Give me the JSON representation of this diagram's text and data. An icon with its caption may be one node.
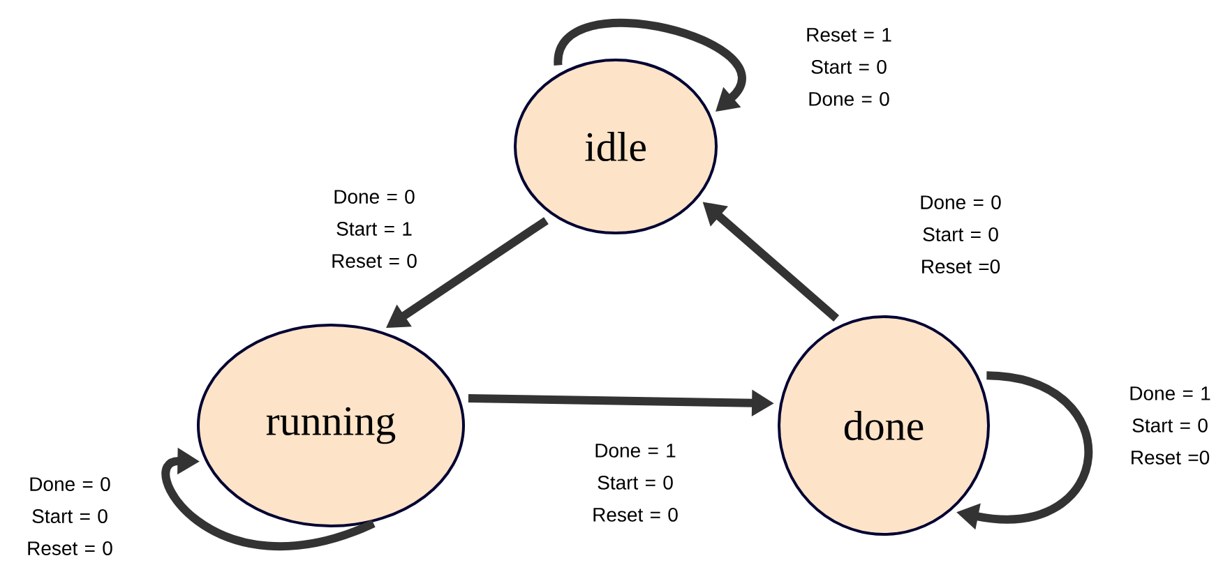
{
  "diagram": {
    "nodes": [
      {
        "text": [
          "idle"
        ]
      },
      {
        "text": [
          "running"
        ]
      },
      {
        "text": [
          "done"
        ]
      }
    ],
    "edges": [
      {
        "from": 0,
        "to": 0,
        "arrow": "to",
        "label": "Reset = 1 Start = 0 Done = 0"
      },
      {
        "from": 0,
        "to": 1,
        "arrow": "to",
        "label": "Done = 0 Start = 1 Reset = 0"
      },
      {
        "from": 1,
        "to": 2,
        "arrow": "to",
        "label": "Done = 1 Start = 0 Reset = 0"
      },
      {
        "from": 2,
        "to": 0,
        "arrow": "to",
        "label": "Done = 0 Start = 0 Reset =0"
      },
      {
        "from": 2,
        "to": 2,
        "arrow": "to",
        "label": "Done = 1 Start = 0 Reset =0"
      },
      {
        "from": 1,
        "to": 1,
        "arrow": "to",
        "label": "Done = 0 Start = 0 Reset = 0"
      }
    ]
  }
}
